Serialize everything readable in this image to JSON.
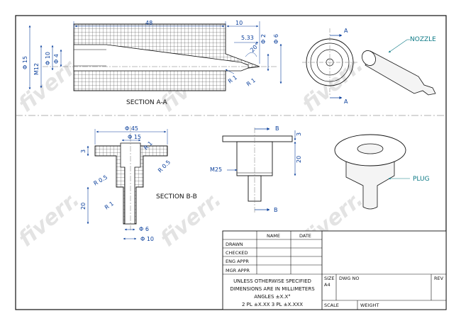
{
  "watermark": "fiverr.",
  "section_a": {
    "label": "SECTION A-A",
    "dims": {
      "length": "48",
      "tip_length": "10",
      "tip_offset": "5.33",
      "outer_dia": "Φ 15",
      "thread": "M12",
      "bore": "Φ 10",
      "bore2": "Φ 4",
      "angle": "20°",
      "nozzle_dia_small": "Φ 2",
      "nozzle_dia": "Φ 6",
      "radius1": "R 1",
      "radius2": "R 1"
    }
  },
  "section_marks": {
    "a_top": "A",
    "a_bottom": "A",
    "b_top": "B",
    "b_bottom": "B"
  },
  "nozzle_label": "NOZZLE",
  "section_b": {
    "label": "SECTION B-B",
    "dims": {
      "flange_dia": "Φ 45",
      "cup_dia": "Φ 15",
      "flange_thk": "3",
      "radius_top": "R 1",
      "radius_05a": "R 0.5",
      "radius_05b": "R 0.5",
      "stem_len": "20",
      "radius_stem": "R 1",
      "stem_dia": "Φ 6",
      "stem_outer": "Φ 10"
    }
  },
  "plug_side": {
    "thread": "M25",
    "height": "20",
    "flange": "3"
  },
  "plug_label": "PLUG",
  "title_block": {
    "col_name": "NAME",
    "col_date": "DATE",
    "rows": [
      "DRAWN",
      "CHECKED",
      "ENG APPR",
      "MGR APPR"
    ],
    "note_lines": [
      "UNLESS OTHERWISE SPECIFIED",
      "DIMENSIONS ARE IN MILLIMETERS",
      "ANGLES ±X.X°",
      "2 PL ±X.XX 3 PL ±X.XXX"
    ],
    "size_label": "SIZE",
    "size_value": "A4",
    "dwg_no_label": "DWG NO",
    "rev_label": "REV",
    "scale_label": "SCALE",
    "weight_label": "WEIGHT"
  }
}
